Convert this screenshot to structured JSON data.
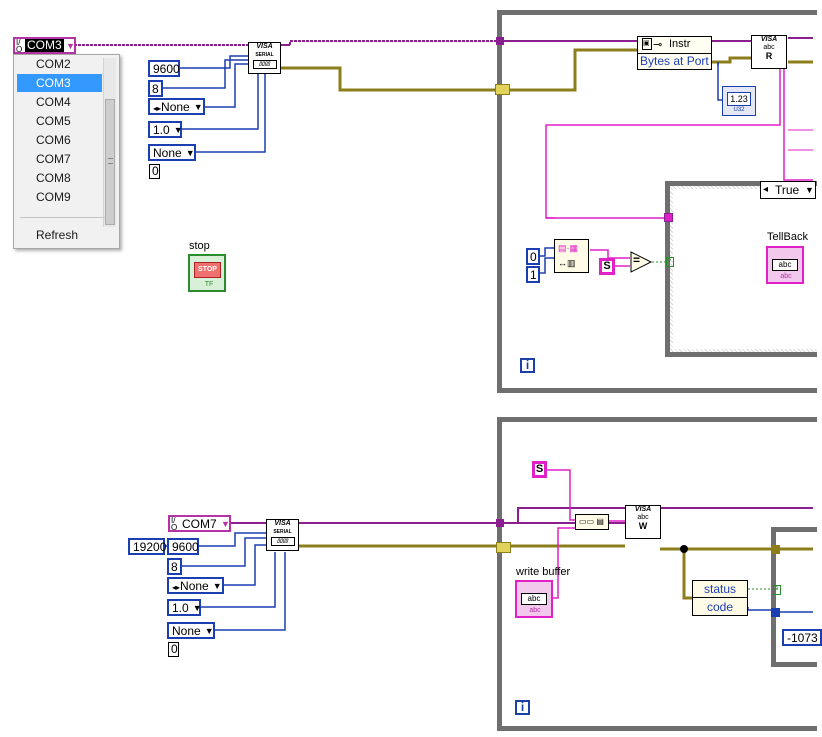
{
  "com_control_top": {
    "value": "COM3"
  },
  "com_dropdown": {
    "items": [
      "COM2",
      "COM3",
      "COM4",
      "COM5",
      "COM6",
      "COM7",
      "COM8",
      "COM9"
    ],
    "selected": "COM3",
    "refresh": "Refresh"
  },
  "serial_top": {
    "baud": "9600",
    "data_bits": "8",
    "parity": "None",
    "stop_bits": "1.0",
    "flow": "None",
    "zero": "0"
  },
  "stop_button": {
    "label": "stop",
    "text": "STOP",
    "tf": "TF"
  },
  "loop_top": {
    "property_node": {
      "class": "Instr",
      "property": "Bytes at Port"
    },
    "num_indicator": "1.23",
    "num_footer": "U32",
    "case_selector": "True",
    "tellback_label": "TellBack",
    "abc": "abc",
    "const_0": "0",
    "const_1": "1",
    "str_const": "S",
    "equals": "=",
    "iteration": "i",
    "read_node": "R"
  },
  "com_control_bottom": {
    "value": "COM7"
  },
  "serial_bottom": {
    "baud_outer": "19200",
    "baud": "9600",
    "data_bits": "8",
    "parity": "None",
    "stop_bits": "1.0",
    "flow": "None",
    "zero": "0"
  },
  "loop_bottom": {
    "str_const": "S",
    "write_buffer_label": "write buffer",
    "abc": "abc",
    "status": "status",
    "code": "code",
    "error_code": "-1073",
    "iteration": "i",
    "write_node": "W"
  },
  "visa": {
    "visa": "VISA",
    "serial": "SERIAL",
    "abc": "abc"
  },
  "colors": {
    "visa_wire": "#8b1f8f",
    "string_wire": "#e021c8",
    "number_wire": "#1b3fb3",
    "error_wire": "#8c7e1a",
    "bool_wire": "#2b8c2b",
    "loop_border": "#6f6f6f"
  }
}
